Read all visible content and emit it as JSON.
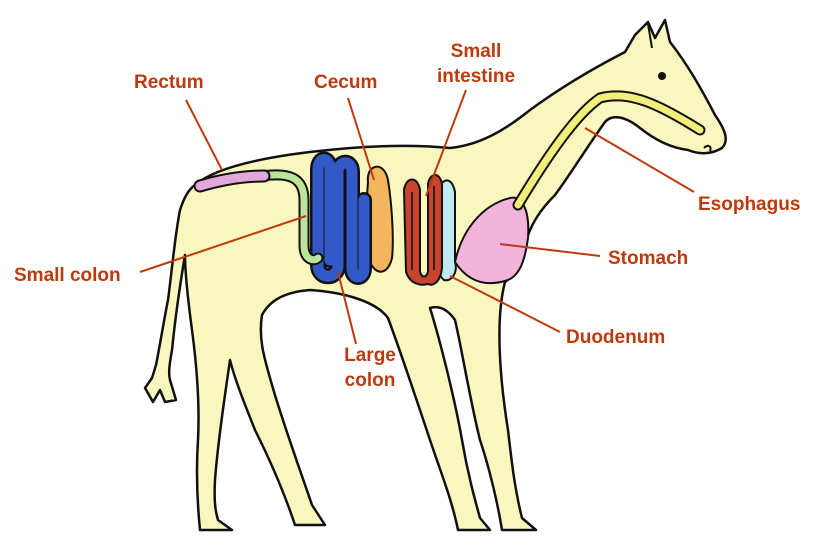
{
  "colors": {
    "body_fill": "#F9F6BE",
    "outline": "#111111",
    "label_text": "#BE3A0C",
    "leader_line": "#BE3A0C",
    "rectum": "#E3A7DA",
    "small_colon": "#BCE39A",
    "large_colon": "#3359C9",
    "cecum": "#F2B65C",
    "small_intestine": "#C8442F",
    "duodenum": "#BFEAF0",
    "stomach": "#F4B3DD",
    "esophagus": "#F1EE7A"
  },
  "labels": {
    "rectum": "Rectum",
    "cecum": "Cecum",
    "small_intestine_1": "Small",
    "small_intestine_2": "intestine",
    "esophagus": "Esophagus",
    "stomach": "Stomach",
    "small_colon": "Small colon",
    "large_colon_1": "Large",
    "large_colon_2": "colon",
    "duodenum": "Duodenum"
  }
}
